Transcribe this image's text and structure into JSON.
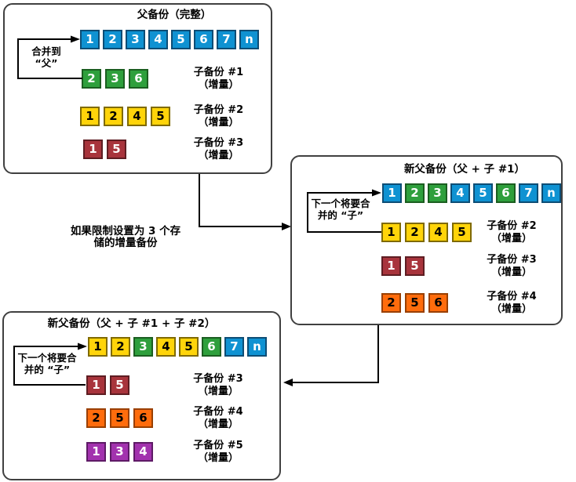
{
  "palette": {
    "blue": {
      "fill": "#0f92d2",
      "border": "#0d4d75",
      "text": "#ffffff"
    },
    "green": {
      "fill": "#2e9f3c",
      "border": "#1b5e20",
      "text": "#ffffff"
    },
    "yellow": {
      "fill": "#ffd40a",
      "border": "#7f6a00",
      "text": "#000000"
    },
    "red": {
      "fill": "#a8343c",
      "border": "#5e1d22",
      "text": "#ffffff"
    },
    "orange": {
      "fill": "#ff6c0c",
      "border": "#993f00",
      "text": "#000000"
    },
    "purple": {
      "fill": "#a232ae",
      "border": "#5e1a66",
      "text": "#ffffff"
    }
  },
  "line_color": "#000000",
  "box_border_color": "#404040",
  "note": [
    "如果限制设置为 3 个存",
    "储的增量备份"
  ],
  "boxes": [
    {
      "title": "父备份（完整）",
      "annotation": [
        "合并到",
        "“父”"
      ],
      "parent_row": [
        {
          "n": "1",
          "c": "blue"
        },
        {
          "n": "2",
          "c": "blue"
        },
        {
          "n": "3",
          "c": "blue"
        },
        {
          "n": "4",
          "c": "blue"
        },
        {
          "n": "5",
          "c": "blue"
        },
        {
          "n": "6",
          "c": "blue"
        },
        {
          "n": "7",
          "c": "blue"
        },
        {
          "n": "n",
          "c": "blue"
        }
      ],
      "children": [
        {
          "label": [
            "子备份 #1",
            "（增量）"
          ],
          "blocks": [
            {
              "n": "2",
              "c": "green"
            },
            {
              "n": "3",
              "c": "green"
            },
            {
              "n": "6",
              "c": "green"
            }
          ]
        },
        {
          "label": [
            "子备份 #2",
            "（增量）"
          ],
          "blocks": [
            {
              "n": "1",
              "c": "yellow"
            },
            {
              "n": "2",
              "c": "yellow"
            },
            {
              "n": "4",
              "c": "yellow"
            },
            {
              "n": "5",
              "c": "yellow"
            }
          ]
        },
        {
          "label": [
            "子备份 #3",
            "（增量）"
          ],
          "blocks": [
            {
              "n": "1",
              "c": "red"
            },
            {
              "n": "5",
              "c": "red"
            }
          ]
        }
      ]
    },
    {
      "title": "新父备份（父 + 子 #1）",
      "annotation": [
        "下一个将要合",
        "并的 “子”"
      ],
      "parent_row": [
        {
          "n": "1",
          "c": "blue"
        },
        {
          "n": "2",
          "c": "green"
        },
        {
          "n": "3",
          "c": "green"
        },
        {
          "n": "4",
          "c": "blue"
        },
        {
          "n": "5",
          "c": "blue"
        },
        {
          "n": "6",
          "c": "green"
        },
        {
          "n": "7",
          "c": "blue"
        },
        {
          "n": "n",
          "c": "blue"
        }
      ],
      "children": [
        {
          "label": [
            "子备份 #2",
            "（增量）"
          ],
          "blocks": [
            {
              "n": "1",
              "c": "yellow"
            },
            {
              "n": "2",
              "c": "yellow"
            },
            {
              "n": "4",
              "c": "yellow"
            },
            {
              "n": "5",
              "c": "yellow"
            }
          ]
        },
        {
          "label": [
            "子备份 #3",
            "（增量）"
          ],
          "blocks": [
            {
              "n": "1",
              "c": "red"
            },
            {
              "n": "5",
              "c": "red"
            }
          ]
        },
        {
          "label": [
            "子备份 #4",
            "（增量）"
          ],
          "blocks": [
            {
              "n": "2",
              "c": "orange"
            },
            {
              "n": "5",
              "c": "orange"
            },
            {
              "n": "6",
              "c": "orange"
            }
          ]
        }
      ]
    },
    {
      "title": "新父备份（父 + 子 #1 + 子 #2）",
      "annotation": [
        "下一个将要合",
        "并的 “子”"
      ],
      "parent_row": [
        {
          "n": "1",
          "c": "yellow"
        },
        {
          "n": "2",
          "c": "yellow"
        },
        {
          "n": "3",
          "c": "green"
        },
        {
          "n": "4",
          "c": "yellow"
        },
        {
          "n": "5",
          "c": "yellow"
        },
        {
          "n": "6",
          "c": "green"
        },
        {
          "n": "7",
          "c": "blue"
        },
        {
          "n": "n",
          "c": "blue"
        }
      ],
      "children": [
        {
          "label": [
            "子备份 #3",
            "（增量）"
          ],
          "blocks": [
            {
              "n": "1",
              "c": "red"
            },
            {
              "n": "5",
              "c": "red"
            }
          ]
        },
        {
          "label": [
            "子备份 #4",
            "（增量）"
          ],
          "blocks": [
            {
              "n": "2",
              "c": "orange"
            },
            {
              "n": "5",
              "c": "orange"
            },
            {
              "n": "6",
              "c": "orange"
            }
          ]
        },
        {
          "label": [
            "子备份 #5",
            "（增量）"
          ],
          "blocks": [
            {
              "n": "1",
              "c": "purple"
            },
            {
              "n": "3",
              "c": "purple"
            },
            {
              "n": "4",
              "c": "purple"
            }
          ]
        }
      ]
    }
  ]
}
